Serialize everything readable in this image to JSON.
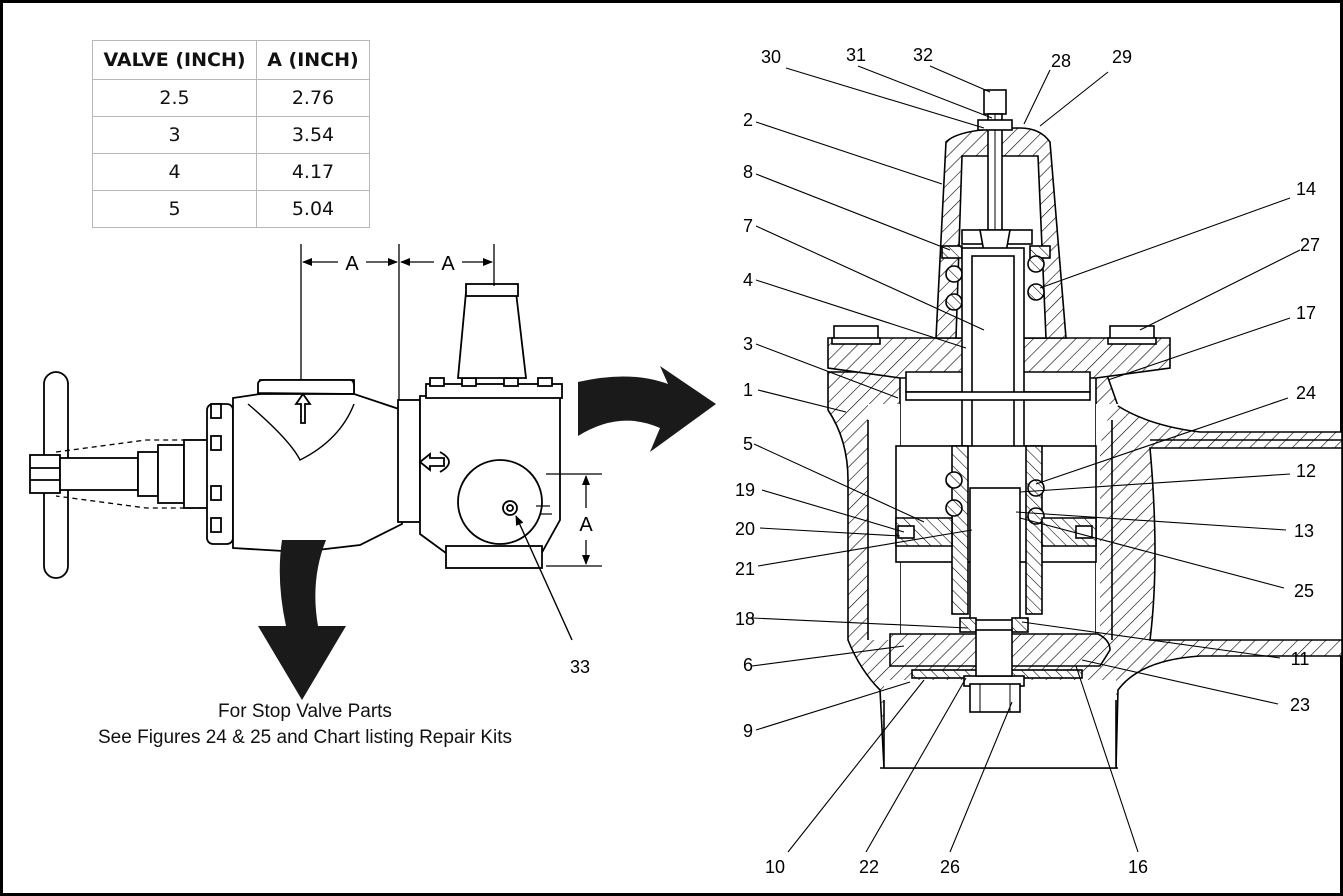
{
  "table": {
    "headers": [
      "VALVE (INCH)",
      "A (INCH)"
    ],
    "rows": [
      [
        "2.5",
        "2.76"
      ],
      [
        "3",
        "3.54"
      ],
      [
        "4",
        "4.17"
      ],
      [
        "5",
        "5.04"
      ]
    ]
  },
  "dimension_label": "A",
  "callout_33": "33",
  "note": {
    "line1": "For Stop Valve Parts",
    "line2": "See Figures 24 & 25 and Chart listing Repair Kits"
  },
  "labels": {
    "p1": "1",
    "p2": "2",
    "p3": "3",
    "p4": "4",
    "p5": "5",
    "p6": "6",
    "p7": "7",
    "p8": "8",
    "p9": "9",
    "p10": "10",
    "p11": "11",
    "p12": "12",
    "p13": "13",
    "p14": "14",
    "p16": "16",
    "p17": "17",
    "p18": "18",
    "p19": "19",
    "p20": "20",
    "p21": "21",
    "p22": "22",
    "p23": "23",
    "p24": "24",
    "p25": "25",
    "p26": "26",
    "p27": "27",
    "p28": "28",
    "p29": "29",
    "p30": "30",
    "p31": "31",
    "p32": "32"
  },
  "colors": {
    "line": "#000000",
    "arrow": "#1a1a1a",
    "border": "#000000"
  }
}
